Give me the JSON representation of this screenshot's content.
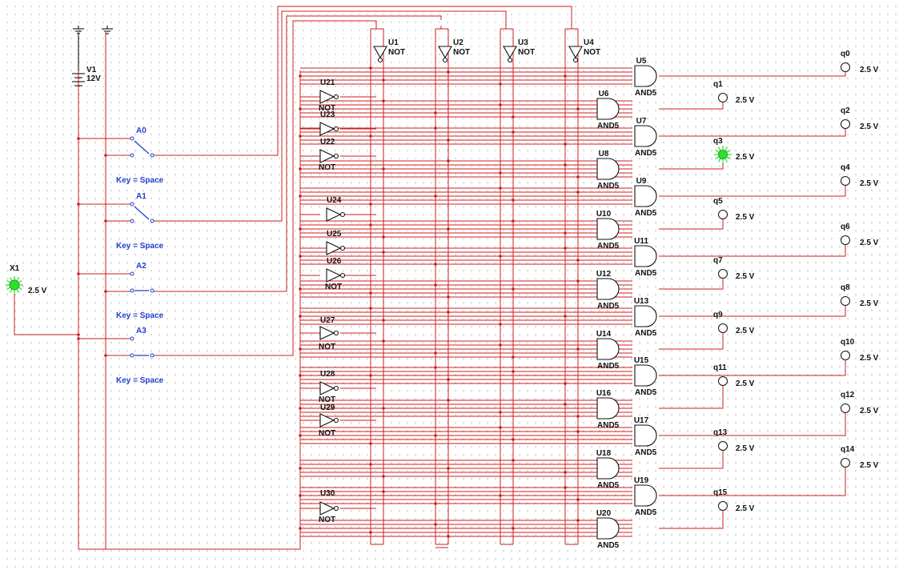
{
  "colors": {
    "wire": "#cc1f1f",
    "device": "#111111",
    "label_blue": "#1f3fcf",
    "lamp_on": "#2ee02e",
    "background": "#ffffff"
  },
  "source": {
    "ref": "V1",
    "value": "12V"
  },
  "indicator_x1": {
    "ref": "X1",
    "value": "2.5 V",
    "state": "on"
  },
  "switches": [
    {
      "ref": "A0",
      "key": "Key = Space"
    },
    {
      "ref": "A1",
      "key": "Key = Space"
    },
    {
      "ref": "A2",
      "key": "Key = Space"
    },
    {
      "ref": "A3",
      "key": "Key = Space"
    }
  ],
  "top_not_gates": [
    {
      "ref": "U1",
      "type": "NOT"
    },
    {
      "ref": "U2",
      "type": "NOT"
    },
    {
      "ref": "U3",
      "type": "NOT"
    },
    {
      "ref": "U4",
      "type": "NOT"
    }
  ],
  "left_not_gates": [
    {
      "ref": "U21",
      "type": "NOT"
    },
    {
      "ref": "U23",
      "type": "NOT"
    },
    {
      "ref": "U22",
      "type": "NOT"
    },
    {
      "ref": "U24",
      "type": "NOT"
    },
    {
      "ref": "U25",
      "type": "NOT"
    },
    {
      "ref": "U26",
      "type": "NOT"
    },
    {
      "ref": "U27",
      "type": "NOT"
    },
    {
      "ref": "U28",
      "type": "NOT"
    },
    {
      "ref": "U29",
      "type": "NOT"
    },
    {
      "ref": "U30",
      "type": "NOT"
    }
  ],
  "and_gates": [
    {
      "ref": "U5",
      "type": "AND5"
    },
    {
      "ref": "U6",
      "type": "AND5"
    },
    {
      "ref": "U7",
      "type": "AND5"
    },
    {
      "ref": "U8",
      "type": "AND5"
    },
    {
      "ref": "U9",
      "type": "AND5"
    },
    {
      "ref": "U10",
      "type": "AND5"
    },
    {
      "ref": "U11",
      "type": "AND5"
    },
    {
      "ref": "U12",
      "type": "AND5"
    },
    {
      "ref": "U13",
      "type": "AND5"
    },
    {
      "ref": "U14",
      "type": "AND5"
    },
    {
      "ref": "U15",
      "type": "AND5"
    },
    {
      "ref": "U16",
      "type": "AND5"
    },
    {
      "ref": "U17",
      "type": "AND5"
    },
    {
      "ref": "U18",
      "type": "AND5"
    },
    {
      "ref": "U19",
      "type": "AND5"
    },
    {
      "ref": "U20",
      "type": "AND5"
    }
  ],
  "probes": [
    {
      "ref": "q0",
      "value": "2.5 V",
      "state": "off"
    },
    {
      "ref": "q1",
      "value": "2.5 V",
      "state": "off"
    },
    {
      "ref": "q2",
      "value": "2.5 V",
      "state": "off"
    },
    {
      "ref": "q3",
      "value": "2.5 V",
      "state": "on"
    },
    {
      "ref": "q4",
      "value": "2.5 V",
      "state": "off"
    },
    {
      "ref": "q5",
      "value": "2.5 V",
      "state": "off"
    },
    {
      "ref": "q6",
      "value": "2.5 V",
      "state": "off"
    },
    {
      "ref": "q7",
      "value": "2.5 V",
      "state": "off"
    },
    {
      "ref": "q8",
      "value": "2.5 V",
      "state": "off"
    },
    {
      "ref": "q9",
      "value": "2.5 V",
      "state": "off"
    },
    {
      "ref": "q10",
      "value": "2.5 V",
      "state": "off"
    },
    {
      "ref": "q11",
      "value": "2.5 V",
      "state": "off"
    },
    {
      "ref": "q12",
      "value": "2.5 V",
      "state": "off"
    },
    {
      "ref": "q13",
      "value": "2.5 V",
      "state": "off"
    },
    {
      "ref": "q14",
      "value": "2.5 V",
      "state": "off"
    },
    {
      "ref": "q15",
      "value": "2.5 V",
      "state": "off"
    }
  ]
}
